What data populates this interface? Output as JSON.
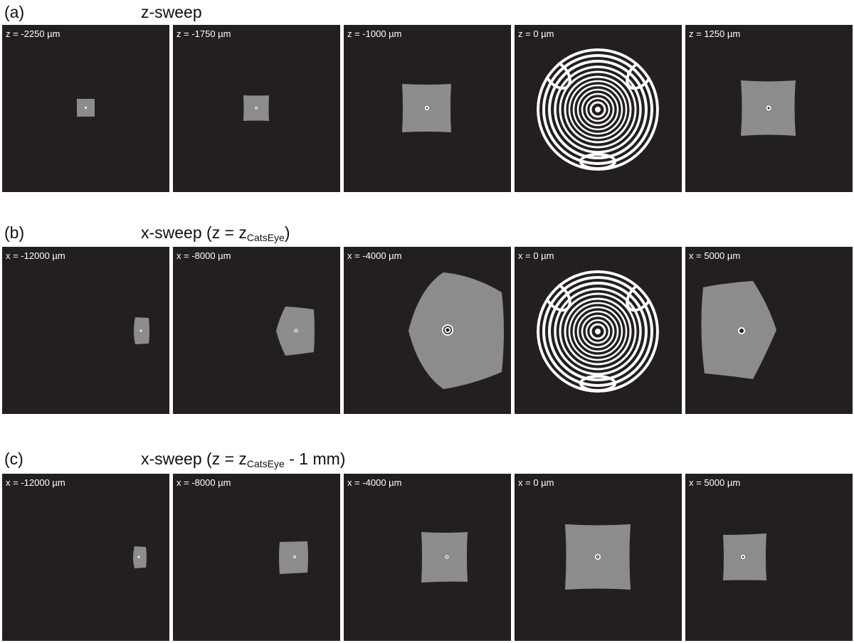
{
  "rows": [
    {
      "label": "(a)",
      "title": "z-sweep",
      "panels": [
        {
          "label": "z = -2250 µm",
          "pattern": "square"
        },
        {
          "label": "z = -1750 µm",
          "pattern": "square"
        },
        {
          "label": "z = -1000 µm",
          "pattern": "square"
        },
        {
          "label": "z = 0 µm",
          "pattern": "fringe"
        },
        {
          "label": "z = 1250 µm",
          "pattern": "square"
        }
      ]
    },
    {
      "label": "(b)",
      "title_main": "x-sweep (z = z",
      "title_sub": "CatsEye",
      "title_end": ")",
      "panels": [
        {
          "label": "x = -12000 µm",
          "pattern": "lens-shape"
        },
        {
          "label": "x = -8000 µm",
          "pattern": "lens-shape"
        },
        {
          "label": "x = -4000 µm",
          "pattern": "lens-shape"
        },
        {
          "label": "x = 0 µm",
          "pattern": "fringe"
        },
        {
          "label": "x = 5000 µm",
          "pattern": "lens-shape"
        }
      ]
    },
    {
      "label": "(c)",
      "title_main": "x-sweep (z = z",
      "title_sub": "CatsEye",
      "title_end": " - 1 mm)",
      "panels": [
        {
          "label": "x = -12000 µm",
          "pattern": "square"
        },
        {
          "label": "x = -8000 µm",
          "pattern": "square"
        },
        {
          "label": "x = -4000 µm",
          "pattern": "square"
        },
        {
          "label": "x = 0 µm",
          "pattern": "square"
        },
        {
          "label": "x = 5000 µm",
          "pattern": "square"
        }
      ]
    }
  ],
  "colors": {
    "panel_bg": "#231f20",
    "spot": "#8c8c8c",
    "fringe_light": "#ffffff",
    "text": "#111111",
    "panel_text": "#ffffff"
  }
}
